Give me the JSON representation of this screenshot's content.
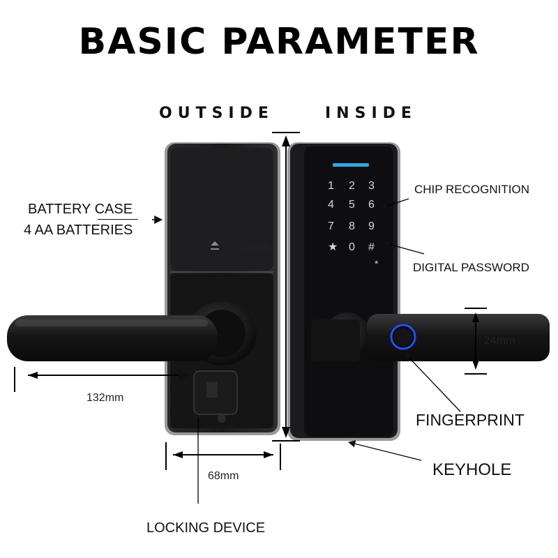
{
  "title": "BASIC PARAMETER",
  "views": {
    "outside": "OUTSIDE",
    "inside": "INSIDE"
  },
  "callouts": {
    "battery_case": "BATTERY CASE",
    "batteries": "4 AA BATTERIES",
    "chip_recognition": "CHIP RECOGNITION",
    "digital_password": "DIGITAL  PASSWORD",
    "fingerprint": "FINGERPRINT",
    "keyhole": "KEYHOLE",
    "locking_device": "LOCKING DEVICE"
  },
  "dimensions": {
    "height": "185mm",
    "handle_length": "132mm",
    "width": "68mm",
    "handle_height": "24mm"
  },
  "keypad": [
    "1",
    "2",
    "3",
    "4",
    "5",
    "6",
    "7",
    "8",
    "9",
    "★",
    "0",
    "#"
  ]
}
